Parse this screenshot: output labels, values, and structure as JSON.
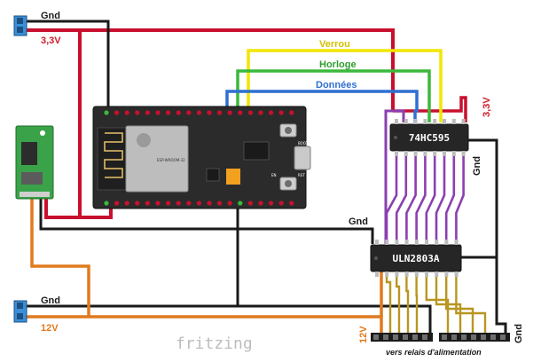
{
  "labels": {
    "gnd_top": "Gnd",
    "v33_left": "3,3V",
    "verrou": "Verrou",
    "horloge": "Horloge",
    "donnees": "Données",
    "v33_right": "3,3V",
    "gnd_right_chip": "Gnd",
    "gnd_mid": "Gnd",
    "gnd_bottom_left": "Gnd",
    "v12_left": "12V",
    "v12_bottom": "12V",
    "gnd_bottom_right": "Gnd",
    "relais": "vers relais d'alimentation",
    "watermark": "fritzing"
  },
  "chips": {
    "shift_register": "74HC595",
    "driver": "ULN2803A"
  },
  "module": {
    "esp_brand": "ESP-WROOM-32",
    "boot": "BOOT",
    "en": "EN",
    "rst": "RST"
  },
  "colors": {
    "red": "#c8102e",
    "black": "#1a1a1a",
    "yellow": "#f2e600",
    "green": "#3cb83c",
    "blue": "#2f6fd0",
    "orange": "#e07a1f",
    "purple": "#8a3fb0",
    "olive": "#b89620",
    "label_red": "#d0202a",
    "label_yellow": "#d4c000",
    "label_green": "#2e9e2e",
    "label_blue": "#2f6fd0",
    "label_orange": "#e07a1f"
  }
}
